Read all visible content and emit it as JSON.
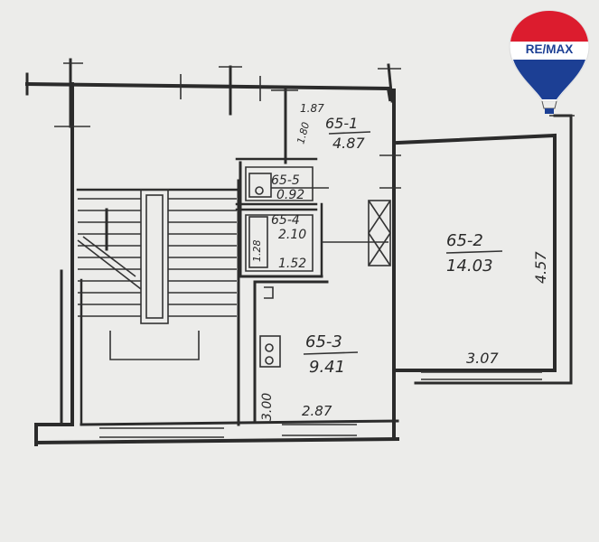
{
  "logo": {
    "brand": "RE/MAX"
  },
  "rooms": [
    {
      "id": "65-1",
      "area": "4.87",
      "dim": "1.87",
      "dim2": "1.80"
    },
    {
      "id": "65-5",
      "area": "0.92"
    },
    {
      "id": "65-4",
      "area": "2.10",
      "extra_area": "1.52",
      "dim": "1.28"
    },
    {
      "id": "65-2",
      "area": "14.03",
      "width": "3.07",
      "height": "4.57"
    },
    {
      "id": "65-3",
      "area": "9.41",
      "width": "2.87",
      "height": "3.00"
    }
  ],
  "colors": {
    "paper": "#ececea",
    "ink": "#2b2b2b",
    "remax_red": "#dc1c2e",
    "remax_blue": "#1c3f94"
  }
}
